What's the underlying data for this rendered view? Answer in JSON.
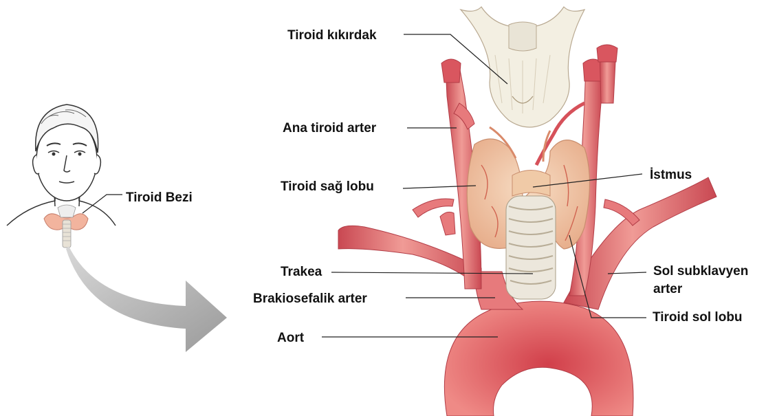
{
  "labels": {
    "tiroid_bezi": "Tiroid Bezi",
    "tiroid_kikirdak": "Tiroid kıkırdak",
    "ana_tiroid_arter": "Ana tiroid arter",
    "tiroid_sag_lobu": "Tiroid sağ lobu",
    "istmus": "İstmus",
    "trakea": "Trakea",
    "brakiosefalik_arter": "Brakiosefalik arter",
    "aort": "Aort",
    "sol_subklavyen_arter": "Sol subklavyen arter",
    "tiroid_sol_lobu": "Tiroid sol lobu"
  },
  "colors": {
    "artery": "#e06468",
    "artery_dark": "#b93a43",
    "thyroid": "#f2c9a8",
    "cartilage": "#f3efe2",
    "arrow": "#a7a7a7",
    "leader": "#222222"
  }
}
